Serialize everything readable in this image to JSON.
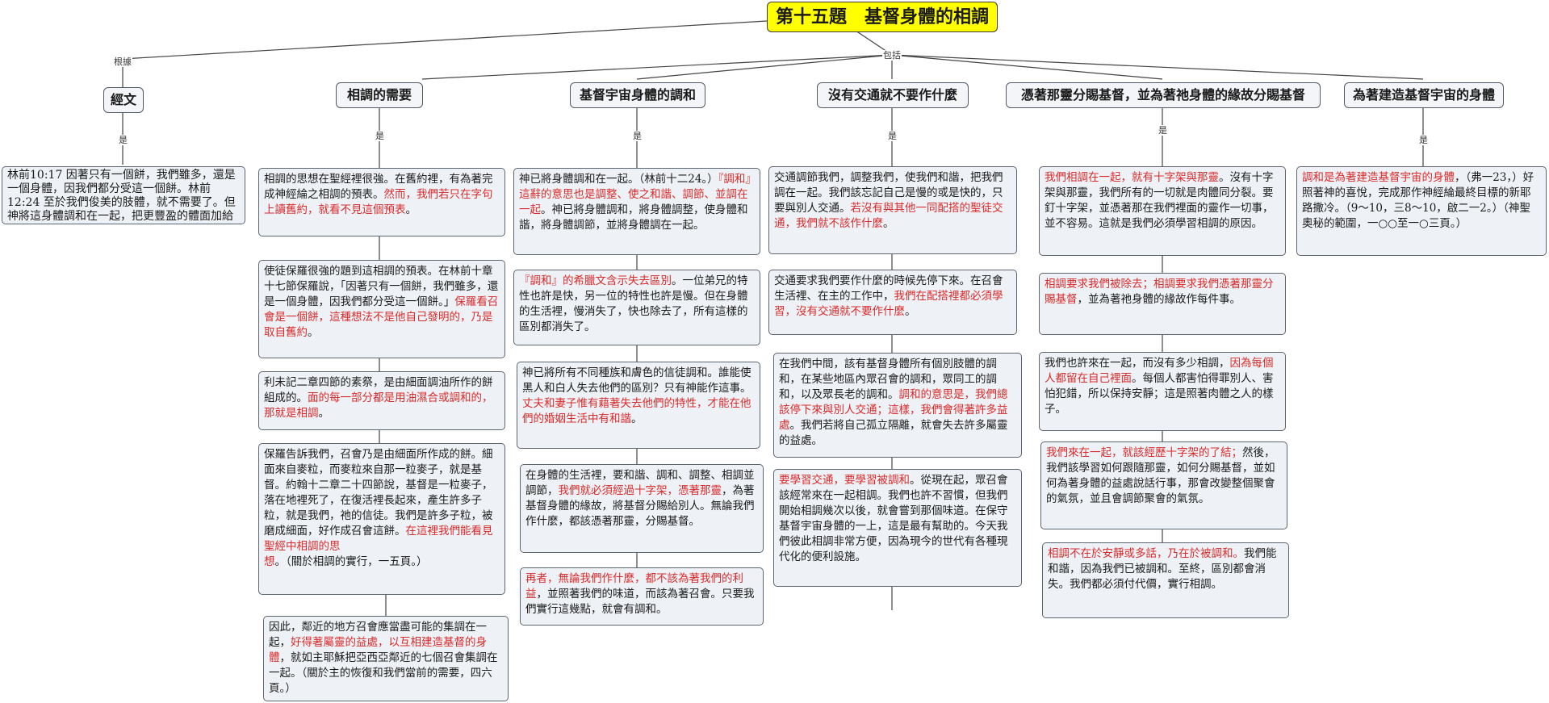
{
  "title": "第十五題　基督身體的相調",
  "edges": {
    "basis": "根據",
    "include": "包括",
    "is": "是"
  },
  "branches": {
    "b1": "經文",
    "b2": "相調的需要",
    "b3": "基督宇宙身體的調和",
    "b4": "沒有交通就不要作什麼",
    "b5": "憑著那靈分賜基督，並為著祂身體的緣故分賜基督",
    "b6": "為著建造基督宇宙的身體"
  },
  "nodes": {
    "c1_1": {
      "a": "林前10:17  因著只有一個餅，我們雖多，還是一個身體，因我們都分受這一個餅。林前12:24  至於我們俊美的肢體，就不需要了。但神將這身體調和在一起，把更豐盈的體面加給那有缺欠的肢體。"
    },
    "c2_1": {
      "a": "相調的思想在聖經裡很強。在舊約裡，有為著完成神經綸之相調的預表。",
      "b": "然而，我們若只在字句上讀舊約，就看不見這個預表",
      "c": "。"
    },
    "c2_2": {
      "a": "使徒保羅很強的題到這相調的預表。在林前十章十七節保羅說，「因著只有一個餅，我們雖多，還是一個身體，因我們都分受這一個餅。」",
      "b": "保羅看召會是一個餅，這種想法不是他自己發明的，乃是取自舊約",
      "c": "。"
    },
    "c2_3": {
      "a": "利未記二章四節的素祭，是由細面調油所作的餅組成的。",
      "b": "面的每一部分都是用油濕合或調和的，那就是相調",
      "c": "。"
    },
    "c2_4": {
      "a": "保羅告訴我們，召會乃是由細面所作成的餅。細面來自麥粒，而麥粒來自那一粒麥子，就是基督。約翰十二章二十四節說，基督是一粒麥子，落在地裡死了，在復活裡長起來，產生許多子粒，就是我們，祂的信徒。我們是許多子粒，被磨成細面，好作成召會這餅。",
      "b": "在這裡我們能看見聖經中相調的思想",
      "c": "。（關於相調的實行，一五頁。）"
    },
    "c2_5": {
      "a": "因此，鄰近的地方召會應當盡可能的集調在一起，",
      "b": "好得著屬靈的益處，以互相建造基督的身體",
      "c": "，就如主耶穌把亞西亞鄰近的七個召會集調在一起。（關於主的恢復和我們當前的需要，四六頁。）"
    },
    "c3_1": {
      "a": "神已將身體調和在一起。（林前十二24。）",
      "b": "『調和』這辭的意思也是調整、使之和諧、調節、並調在一起",
      "c": "。神已將身體調和，將身體調整，使身體和諧，將身體調節，並將身體調在一起。"
    },
    "c3_2": {
      "a": "",
      "b": "『調和』的希臘文含示失去區別",
      "c": "。一位弟兄的特性也許是快，另一位的特性也許是慢。但在身體的生活裡，慢消失了，快也除去了，所有這樣的區別都消失了。"
    },
    "c3_3": {
      "a": "神已將所有不同種族和膚色的信徒調和。誰能使黑人和白人失去他們的區別？只有神能作這事。",
      "b": "丈夫和妻子惟有藉著失去他們的特性，才能在他們的婚姻生活中有和諧",
      "c": "。"
    },
    "c3_4": {
      "a": "在身體的生活裡，要和諧、調和、調整、相調並調節，",
      "b": "我們就必須經過十字架，憑著那靈",
      "c": "，為著基督身體的緣故，將基督分賜給別人。無論我們作什麼，都該憑著那靈，分賜基督。"
    },
    "c3_5": {
      "a": "",
      "b": "再者，無論我們作什麼，都不該為著我們的利益",
      "c": "，並照著我們的味道，而該為著召會。只要我們實行這幾點，就會有調和。"
    },
    "c4_1": {
      "a": "交通調節我們，調整我們，使我們和諧，把我們調在一起。我們該忘記自己是慢的或是快的，只要與別人交通。",
      "b": "若沒有與其他一同配搭的聖徒交通，我們就不該作什麼",
      "c": "。"
    },
    "c4_2": {
      "a": "交通要求我們要作什麼的時候先停下來。在召會生活裡、在主的工作中，",
      "b": "我們在配搭裡都必須學習，沒有交通就不要作什麼",
      "c": "。"
    },
    "c4_3": {
      "a": "在我們中間，該有基督身體所有個別肢體的調和，在某些地區內眾召會的調和，眾同工的調和，以及眾長老的調和。",
      "b": "調和的意思是，我們總該停下來與別人交通；這樣，我們會得著許多益處",
      "c": "。我們若將自己孤立隔離，就會失去許多屬靈的益處。"
    },
    "c4_4": {
      "a": "",
      "b": "要學習交通，要學習被調和",
      "c": "。從現在起，眾召會該經常來在一起相調。我們也許不習慣，但我們開始相調幾次以後，就會嘗到那個味道。在保守基督宇宙身體的一上，這是最有幫助的。今天我們彼此相調非常方便，因為現今的世代有各種現代化的便利設施。"
    },
    "c5_1": {
      "a": "",
      "b": "我們相調在一起，就有十字架與那靈",
      "c": "。沒有十字架與那靈，我們所有的一切就是肉體同分裂。要釘十字架，並憑著那在我們裡面的靈作一切事，並不容易。這就是我們必須學習相調的原因。"
    },
    "c5_2": {
      "a": "",
      "b": "相調要求我們被除去；相調要求我們憑著那靈分賜基督",
      "c": "，並為著祂身體的緣故作每件事。"
    },
    "c5_3": {
      "a": "我們也許來在一起，而沒有多少相調，",
      "b": "因為每個人都留在自己裡面",
      "c": "。每個人都害怕得罪別人、害怕犯錯，所以保持安靜；這是照著肉體之人的樣子。"
    },
    "c5_4": {
      "a": "",
      "b": "我們來在一起，就該經歷十字架的了結；",
      "c": "然後，我們該學習如何跟隨那靈，如何分賜基督，並如何為著身體的益處說話行事，那會改變整個聚會的氣氛，並且會調節聚會的氣氛。"
    },
    "c5_5": {
      "a": "",
      "b": "相調不在於安靜或多話，乃在於被調和。",
      "c": "我們能和諧，因為我們已被調和。至終，區別都會消失。我們都必須付代價，實行相調。"
    },
    "c6_1": {
      "a": "",
      "b": "調和是為著建造基督宇宙的身體",
      "c": "，（弗一23，）好照著神的喜悅，完成那作神經綸最終目標的新耶路撒冷。（9～10，三8～10，啟二一2。）（神聖奧秘的範圍，一○○至一○三頁。）"
    }
  }
}
